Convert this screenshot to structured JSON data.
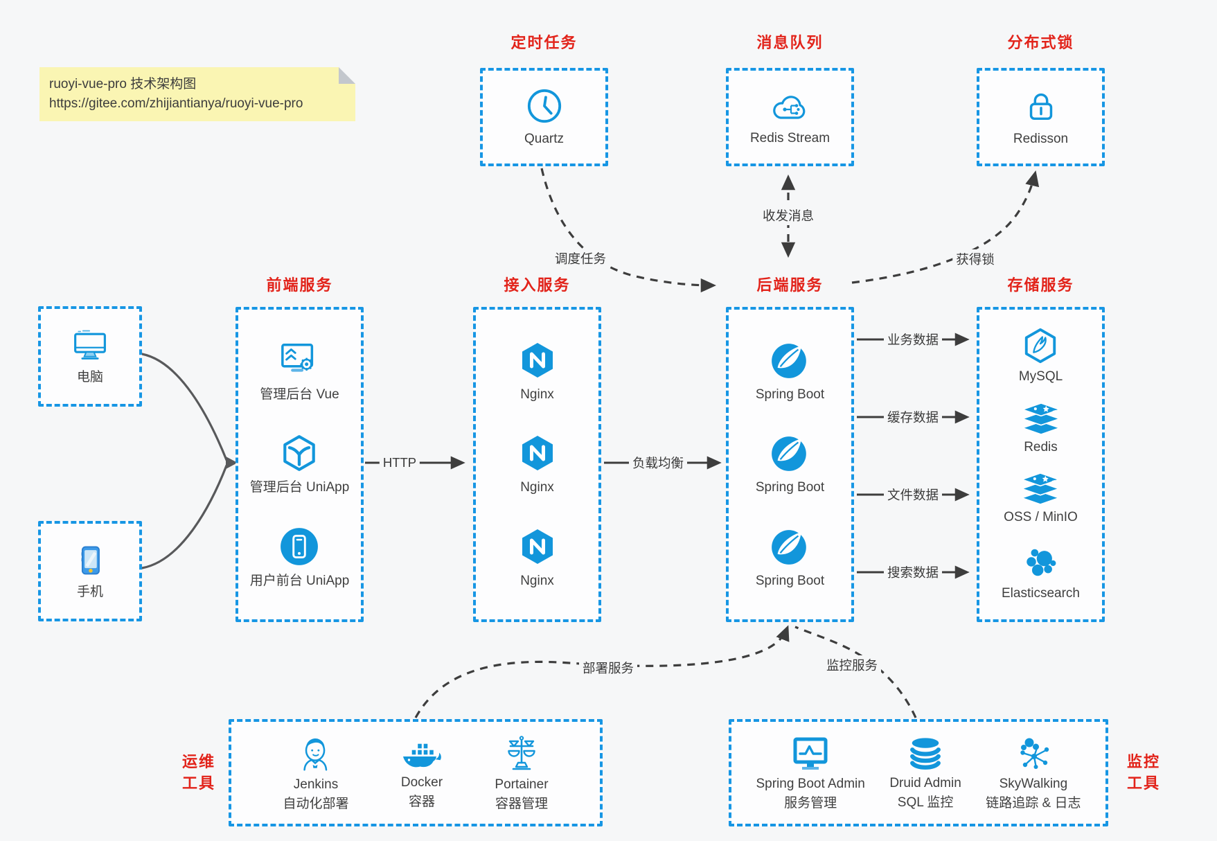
{
  "note": {
    "title": "ruoyi-vue-pro 技术架构图",
    "url": "https://gitee.com/zhijiantianya/ruoyi-vue-pro"
  },
  "top_groups": [
    {
      "title": "定时任务",
      "item": {
        "icon": "clock-icon",
        "label": "Quartz"
      }
    },
    {
      "title": "消息队列",
      "item": {
        "icon": "cloud-message-icon",
        "label": "Redis Stream"
      }
    },
    {
      "title": "分布式锁",
      "item": {
        "icon": "lock-icon",
        "label": "Redisson"
      }
    }
  ],
  "clients": [
    {
      "icon": "desktop-icon",
      "label": "电脑"
    },
    {
      "icon": "smartphone-icon",
      "label": "手机"
    }
  ],
  "columns": [
    {
      "title": "前端服务",
      "items": [
        {
          "icon": "admin-vue-icon",
          "label": "管理后台 Vue"
        },
        {
          "icon": "uniapp-hexagon-icon",
          "label": "管理后台 UniApp"
        },
        {
          "icon": "user-app-icon",
          "label": "用户前台 UniApp"
        }
      ]
    },
    {
      "title": "接入服务",
      "items": [
        {
          "icon": "nginx-icon",
          "label": "Nginx"
        },
        {
          "icon": "nginx-icon",
          "label": "Nginx"
        },
        {
          "icon": "nginx-icon",
          "label": "Nginx"
        }
      ]
    },
    {
      "title": "后端服务",
      "items": [
        {
          "icon": "spring-boot-icon",
          "label": "Spring Boot"
        },
        {
          "icon": "spring-boot-icon",
          "label": "Spring Boot"
        },
        {
          "icon": "spring-boot-icon",
          "label": "Spring Boot"
        }
      ]
    },
    {
      "title": "存储服务",
      "items": [
        {
          "icon": "mysql-icon",
          "label": "MySQL"
        },
        {
          "icon": "redis-icon",
          "label": "Redis"
        },
        {
          "icon": "oss-icon",
          "label": "OSS / MinIO"
        },
        {
          "icon": "elasticsearch-icon",
          "label": "Elasticsearch"
        }
      ]
    }
  ],
  "bottom_groups": [
    {
      "title_line1": "运维",
      "title_line2": "工具",
      "items": [
        {
          "icon": "jenkins-icon",
          "label": "Jenkins",
          "sublabel": "自动化部署"
        },
        {
          "icon": "docker-icon",
          "label": "Docker",
          "sublabel": "容器"
        },
        {
          "icon": "portainer-icon",
          "label": "Portainer",
          "sublabel": "容器管理"
        }
      ]
    },
    {
      "title_line1": "监控",
      "title_line2": "工具",
      "items": [
        {
          "icon": "spring-boot-admin-icon",
          "label": "Spring Boot Admin",
          "sublabel": "服务管理"
        },
        {
          "icon": "druid-icon",
          "label": "Druid Admin",
          "sublabel": "SQL 监控"
        },
        {
          "icon": "skywalking-icon",
          "label": "SkyWalking",
          "sublabel": "链路追踪 & 日志"
        }
      ]
    }
  ],
  "edge_labels": {
    "http": "HTTP",
    "load_balance": "负载均衡",
    "schedule_task": "调度任务",
    "send_receive_message": "收发消息",
    "acquire_lock": "获得锁",
    "business_data": "业务数据",
    "cache_data": "缓存数据",
    "file_data": "文件数据",
    "search_data": "搜索数据",
    "deploy_service": "部署服务",
    "monitor_service": "监控服务"
  },
  "colors": {
    "accent_blue": "#1296db",
    "border_blue": "#1796e4",
    "title_red": "#e2231a",
    "arrow_dark": "#3d3d3d",
    "arrow_gray": "#58595b",
    "note_bg": "#faf5b3",
    "page_bg": "#f6f7f8"
  }
}
